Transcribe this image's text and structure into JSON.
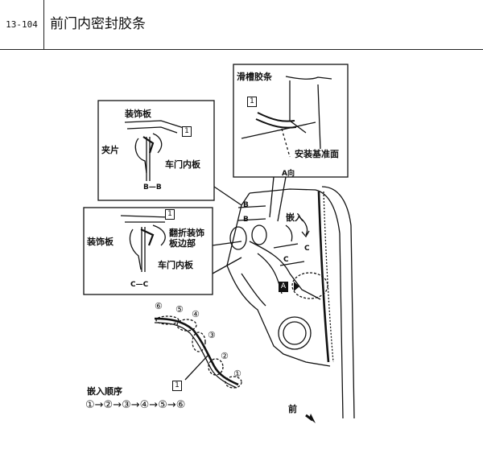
{
  "header": {
    "code": "13-104",
    "title": "前门内密封胶条"
  },
  "section_bb": {
    "trim_panel": "装饰板",
    "clip": "夹片",
    "door_inner_panel": "车门内板",
    "section_label": "B—B",
    "tag": "1"
  },
  "section_cc": {
    "trim_panel": "装饰板",
    "folded_edge": "翻折装饰板边部",
    "door_inner_panel": "车门内板",
    "section_label": "C—C",
    "tag": "1"
  },
  "view_a": {
    "channel_seal": "滑槽胶条",
    "datum_surface": "安装基准面",
    "view_label": "A向",
    "tag": "1"
  },
  "door_view": {
    "insert_label": "嵌入",
    "b_marks": [
      "B",
      "B"
    ],
    "c_marks": [
      "C",
      "C"
    ],
    "a_marker": "A",
    "front_label": "前"
  },
  "strip_detail": {
    "tag": "1",
    "positions": [
      "①",
      "②",
      "③",
      "④",
      "⑤",
      "⑥"
    ]
  },
  "insertion_order": {
    "title": "嵌入顺序",
    "sequence": "①→②→③→④→⑤→⑥"
  }
}
